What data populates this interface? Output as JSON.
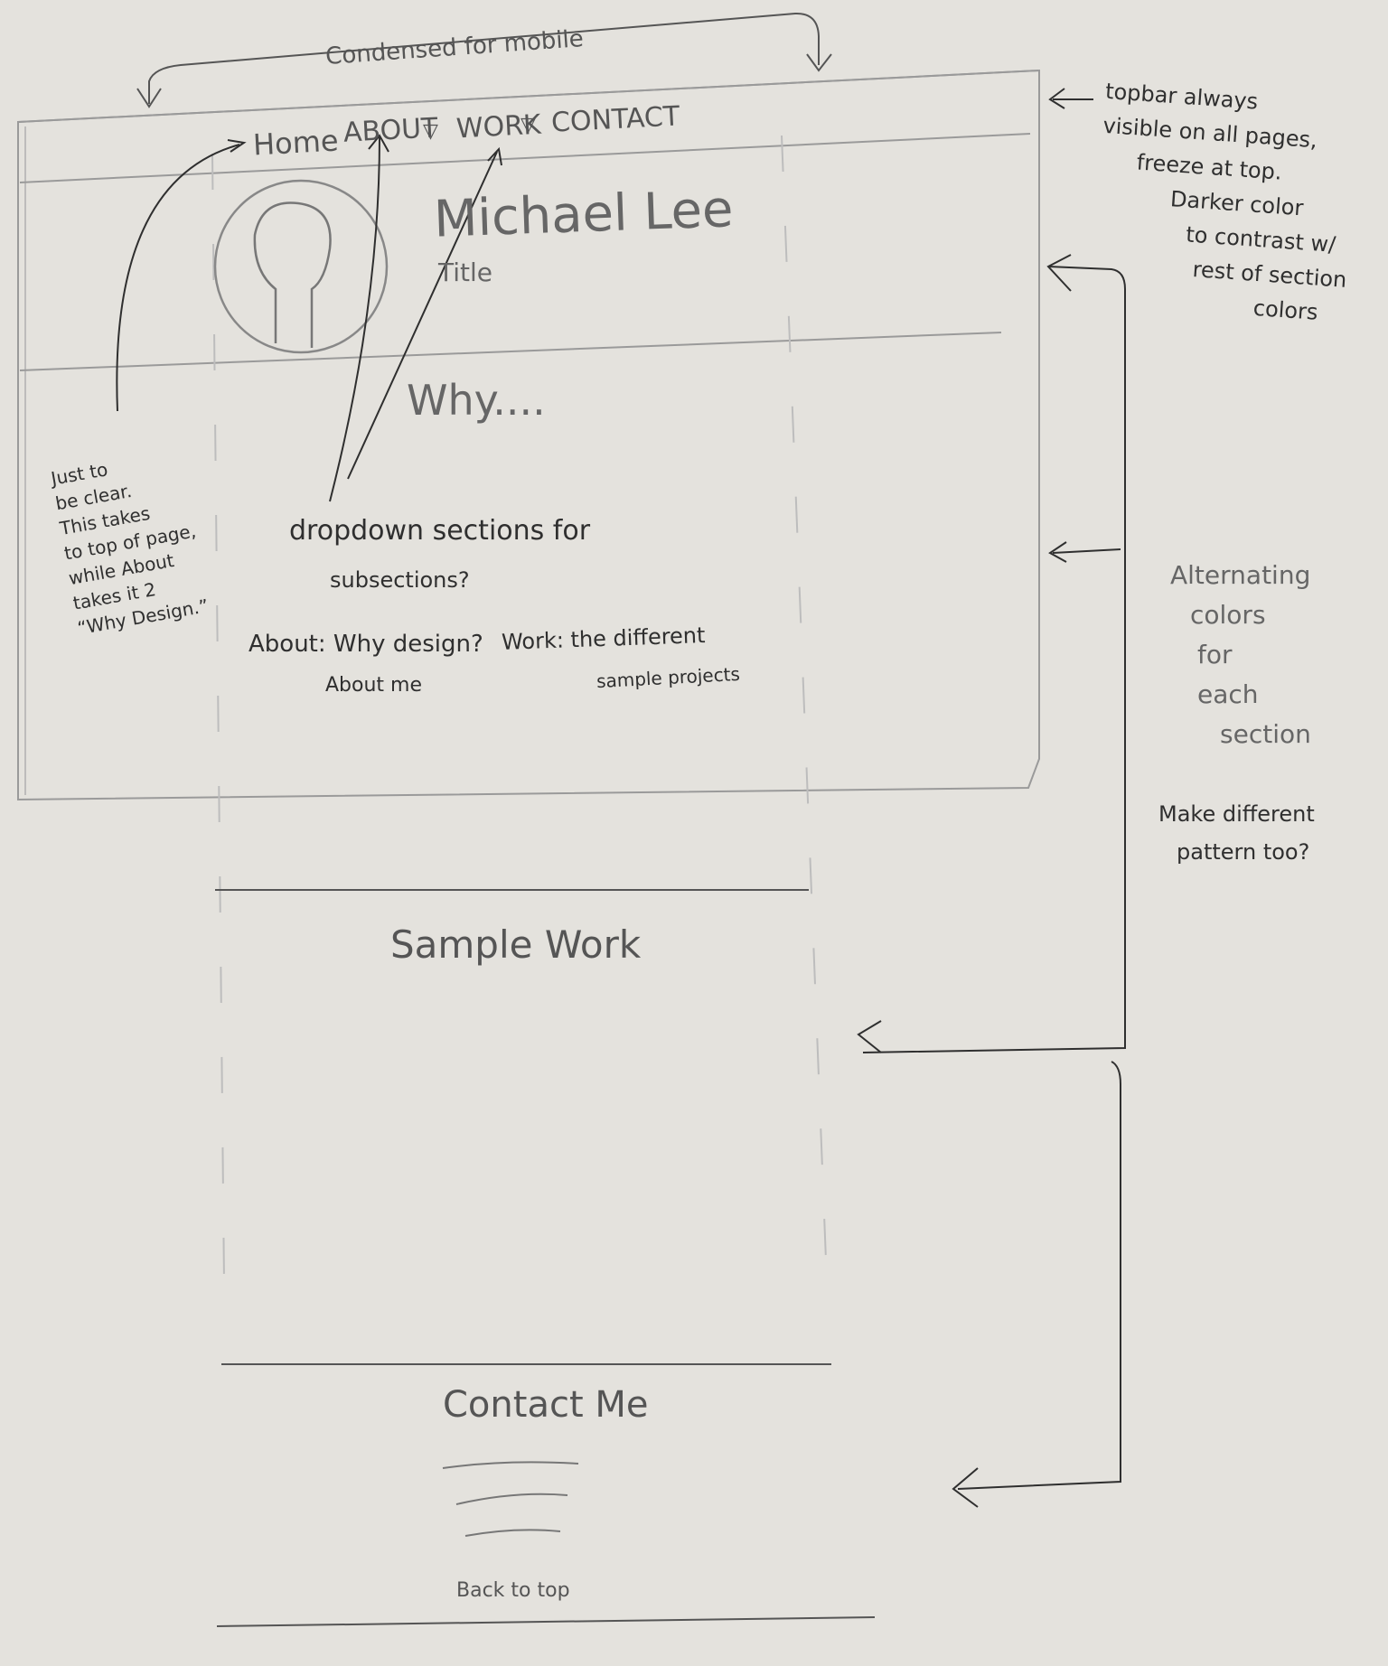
{
  "mobile_note": "Condensed for mobile",
  "nav": {
    "home": "Home",
    "about": "ABOUT",
    "work": "WORK",
    "contact": "CONTACT",
    "caret": "▽"
  },
  "hero": {
    "name": "Michael Lee",
    "title": "Title"
  },
  "why": "Why....",
  "notes": {
    "home_note": [
      "Just to",
      "be clear.",
      "This takes",
      "to top of page,",
      "while About",
      "takes it 2",
      "“Why Design.”"
    ],
    "dropdown": "dropdown sections for",
    "dropdown2": "subsections?",
    "about_sub": "About: Why design?",
    "about_sub2": "About me",
    "work_sub": "Work: the different",
    "work_sub2": "sample projects",
    "topbar": [
      "topbar always",
      "visible on all pages,",
      "freeze at top.",
      "Darker color",
      "to contrast w/",
      "rest of section",
      "colors"
    ],
    "alternating": [
      "Alternating",
      "colors",
      "for",
      "each",
      "section"
    ],
    "pattern": [
      "Make different",
      "pattern too?"
    ]
  },
  "sections": {
    "sample_work": "Sample Work",
    "contact_me": "Contact Me",
    "back_to_top": "Back to top"
  },
  "colors": {
    "paper": "#e4e2dd",
    "pencil": "#8a8a8a",
    "pen": "#2f2f2f"
  }
}
